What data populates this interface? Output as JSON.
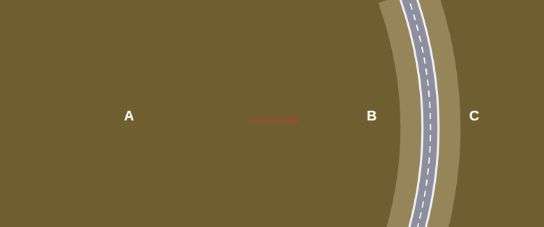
{
  "diagram": {
    "nodes": [
      {
        "text": [
          "A"
        ]
      },
      {
        "text": [
          "B"
        ]
      },
      {
        "text": [
          "C"
        ]
      }
    ],
    "edges": [
      {
        "from": 0,
        "to": 1,
        "arrow": "to"
      }
    ]
  }
}
